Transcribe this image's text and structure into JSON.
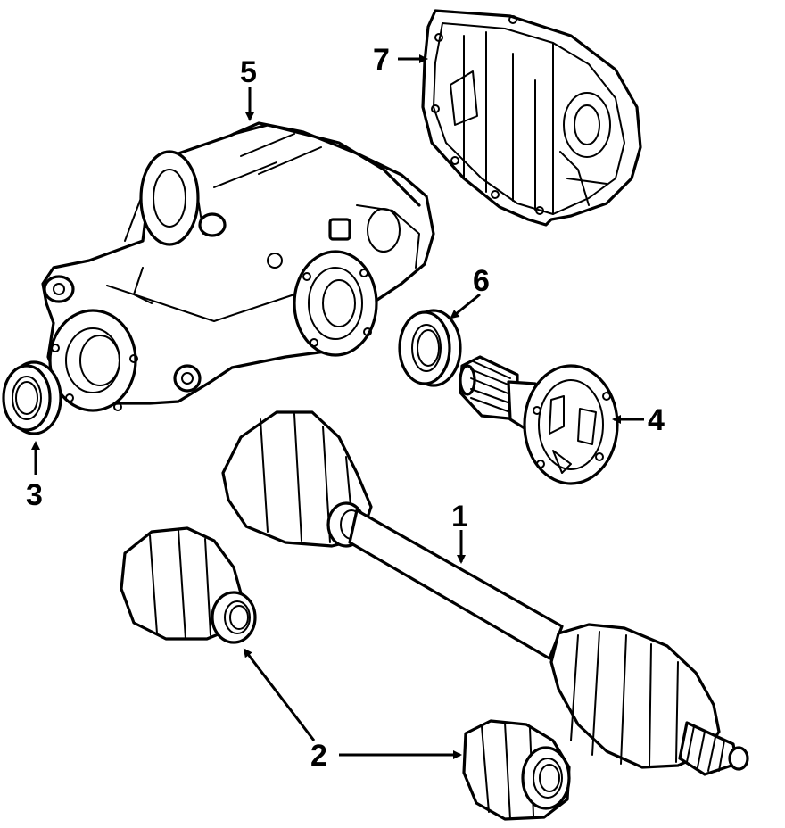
{
  "diagram": {
    "callouts": [
      {
        "id": "1",
        "label": "1"
      },
      {
        "id": "2",
        "label": "2"
      },
      {
        "id": "3",
        "label": "3"
      },
      {
        "id": "4",
        "label": "4"
      },
      {
        "id": "5",
        "label": "5"
      },
      {
        "id": "6",
        "label": "6"
      },
      {
        "id": "7",
        "label": "7"
      }
    ],
    "parts": [
      {
        "callout": "1",
        "icon": "axle-shaft-icon"
      },
      {
        "callout": "2",
        "icon": "cv-boot-icon"
      },
      {
        "callout": "3",
        "icon": "oil-seal-icon"
      },
      {
        "callout": "4",
        "icon": "output-flange-icon"
      },
      {
        "callout": "5",
        "icon": "differential-housing-icon"
      },
      {
        "callout": "6",
        "icon": "axle-seal-icon"
      },
      {
        "callout": "7",
        "icon": "differential-cover-icon"
      }
    ]
  }
}
